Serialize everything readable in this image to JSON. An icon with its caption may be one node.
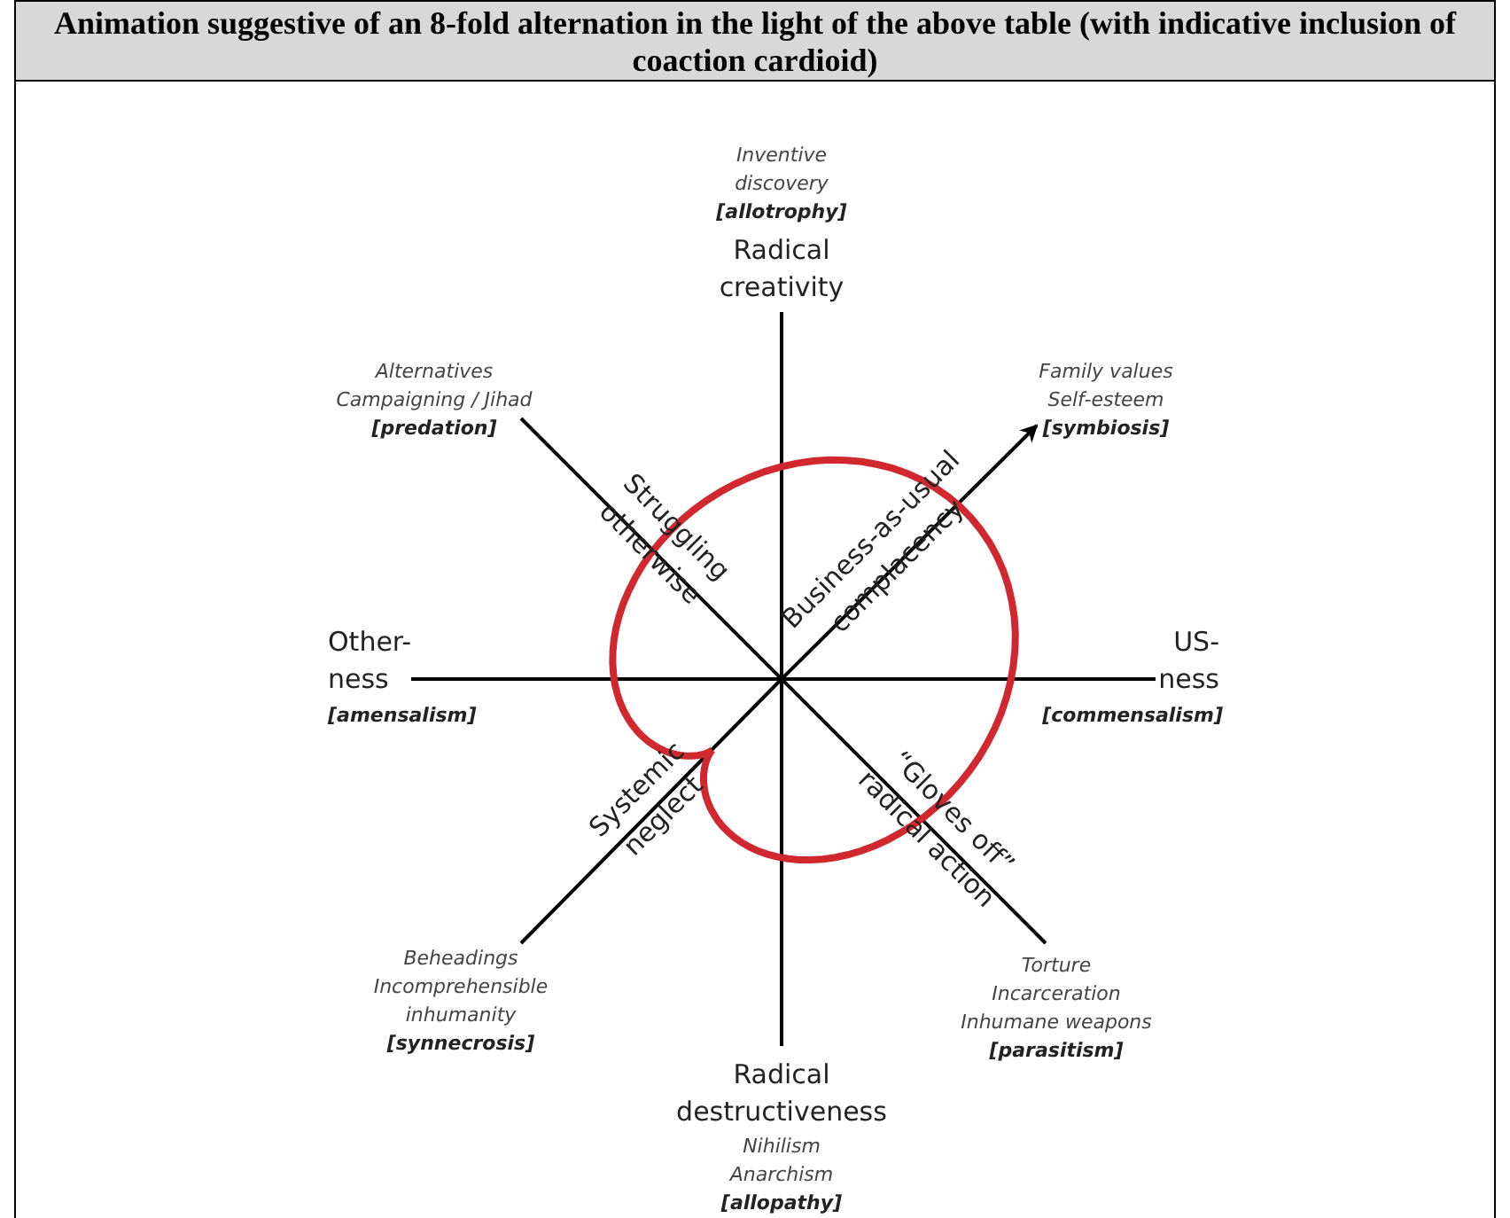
{
  "diagram": {
    "title": "Animation suggestive of an 8-fold alternation in the light of the above table (with indicative inclusion of coaction cardioid)",
    "labels": [
      "Inventive discovery",
      "[allotrophy]",
      "Radical creativity",
      "Alternatives Campaigning / Jihad",
      "[predation]",
      "Family values Self-esteem",
      "[symbiosis]",
      "Struggling otherwise",
      "Business-as-usual complacency",
      "Other- ness",
      "[amensalism]",
      "US- ness",
      "[commensalism]",
      "Systemic neglect",
      "“Gloves off” radical action",
      "Beheadings Incomprehensible inhumanity",
      "[synnecrosis]",
      "Torture Incarceration Inhumane weapons",
      "[parasitism]",
      "Radical destructiveness",
      "Nihilism Anarchism",
      "[allopathy]"
    ]
  }
}
